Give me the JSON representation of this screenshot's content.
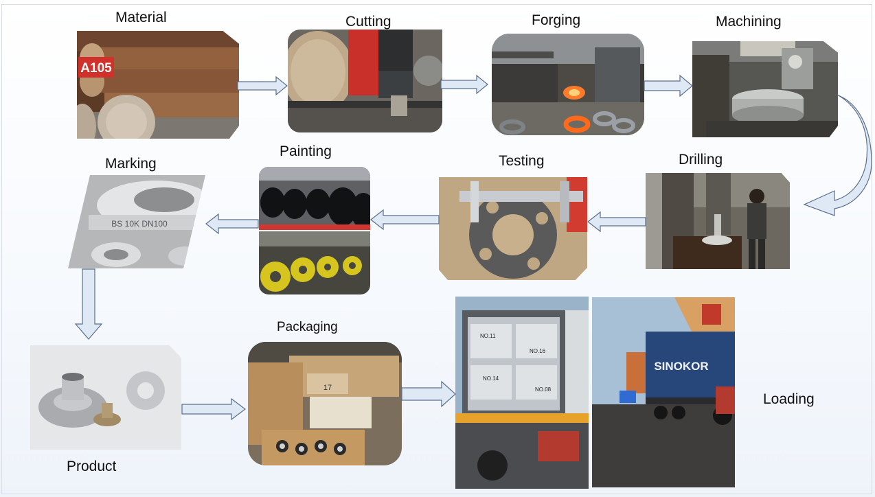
{
  "steps": {
    "material": "Material",
    "cutting": "Cutting",
    "forging": "Forging",
    "machining": "Machining",
    "drilling": "Drilling",
    "testing": "Testing",
    "painting": "Painting",
    "marking": "Marking",
    "product": "Product",
    "packaging": "Packaging",
    "loading": "Loading"
  },
  "photo_text": {
    "bar_tag": "A105",
    "flange_stamp": "BS 10K DN100",
    "container_brand": "SINOKOR",
    "crate_number": "17",
    "pallet_1": "NO.11",
    "pallet_2": "NO.16",
    "pallet_3": "NO.14",
    "pallet_4": "NO.08"
  },
  "colors": {
    "arrow_fill": "#dfe9f6",
    "arrow_stroke": "#5b6f8a"
  }
}
